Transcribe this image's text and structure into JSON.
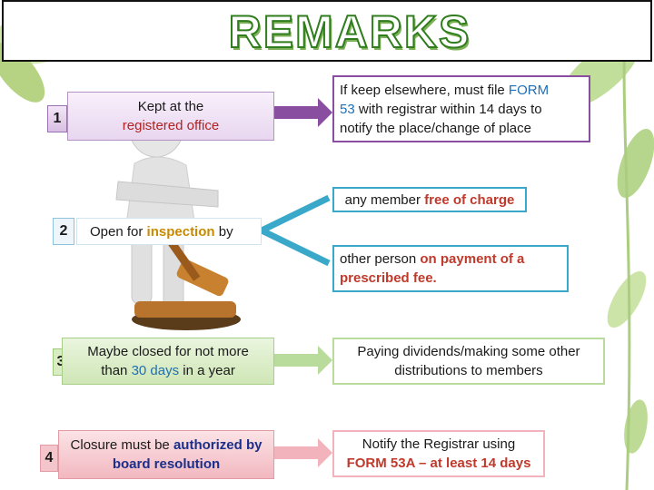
{
  "title": "REMARKS",
  "rows": [
    {
      "number": "1",
      "left": {
        "line1": "Kept at the",
        "line2": "registered office"
      },
      "right": {
        "line1_pre": "If keep elsewhere, must file ",
        "line1_hl": "FORM",
        "line2_hl": "53",
        "line2_post": " with registrar within 14 days to",
        "line3": "notify the place/change of place"
      }
    },
    {
      "number": "2",
      "left": {
        "pre": "Open for ",
        "hl": "inspection",
        "post": " by"
      },
      "right_a": {
        "pre": "any member ",
        "hl": "free of charge"
      },
      "right_b": {
        "pre": "other person ",
        "hl1": "on payment of a",
        "hl2": "prescribed fee."
      }
    },
    {
      "number": "3",
      "left": {
        "line1": "Maybe closed for  not more",
        "line2_pre": "than ",
        "line2_hl": "30 days",
        "line2_post": " in a year"
      },
      "right": {
        "line1": "Paying dividends/making some other",
        "line2": "distributions to members"
      }
    },
    {
      "number": "4",
      "left": {
        "line1_pre": "Closure must be ",
        "line1_hl": "authorized by",
        "line2": "board resolution"
      },
      "right": {
        "line1": "Notify the Registrar using",
        "line2": "FORM 53A – at least 14 days"
      }
    }
  ],
  "colors": {
    "title_fill": "#ffffff",
    "title_stroke": "#2f7d1c",
    "purple": "#8a4ea0",
    "teal": "#3aa8c8",
    "green_box": "#d9ecc4",
    "pink_box": "#f4c6cc"
  }
}
